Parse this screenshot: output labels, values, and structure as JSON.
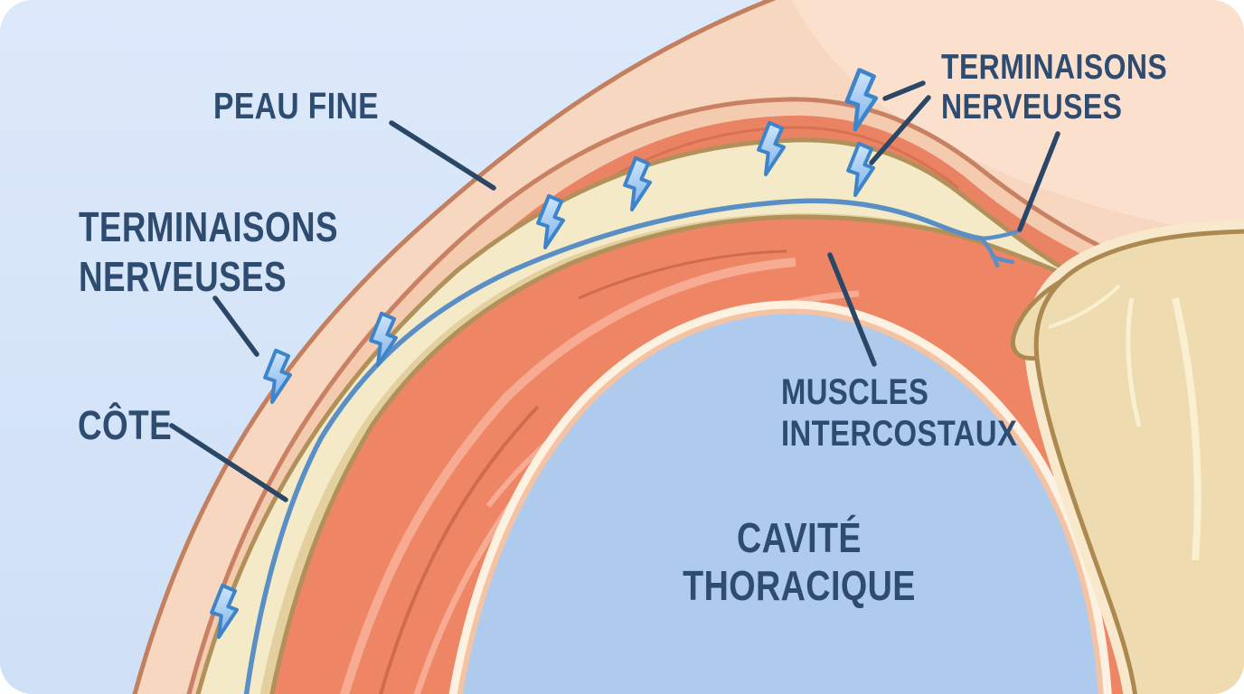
{
  "figure": {
    "type": "anatomical-cross-section-diagram",
    "language": "fr",
    "subject": "chest wall layers with nerve endings"
  },
  "labels": {
    "peau_fine": {
      "text": "PEAU FINE"
    },
    "terminaisons_left": {
      "line1": "TERMINAISONS",
      "line2": "NERVEUSES"
    },
    "terminaisons_right": {
      "line1": "TERMINAISONS",
      "line2": "NERVEUSES"
    },
    "cote": {
      "text": "CÔTE"
    },
    "muscles": {
      "line1": "MUSCLES",
      "line2": "INTERCOSTAUX"
    },
    "cavite": {
      "line1": "CAVITÉ",
      "line2": "THORACIQUE"
    }
  },
  "icons": {
    "nerve_impulse": "lightning-bolt-icon",
    "lightning_bolt_count": 8
  },
  "colors": {
    "background_blue": "#d7e5f8",
    "label_text": "#2e4b70",
    "leader_line": "#2b4767",
    "skin": "#f8d7c0",
    "skin_surface": "#fae0cd",
    "skin_outline": "#c3805f",
    "subcutaneous_strip": "#f5cbb0",
    "fascia_red": "#ea8264",
    "rib_cream": "#f4eac8",
    "rib_outline": "#b1905a",
    "nerve_blue": "#5a8fc5",
    "muscle_red": "#ee8565",
    "muscle_highlight": "#f7ab92",
    "cavity_blue": "#aecbed",
    "cavity_lining": "#f3c3a3",
    "bone_cream": "#eedcb0",
    "bone_outline": "#ac8950",
    "bolt_fill_top": "#cfe6fb",
    "bolt_fill_bottom": "#7fb3e9",
    "bolt_stroke": "#3d84cb"
  }
}
